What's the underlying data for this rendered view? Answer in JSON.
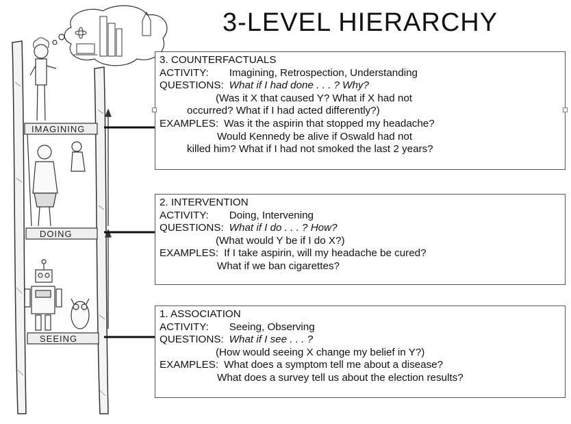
{
  "title": "3-LEVEL  HIERARCHY",
  "rungs": [
    "IMAGINING",
    "DOING",
    "SEEING"
  ],
  "levels": [
    {
      "heading": "3.  COUNTERFACTUALS",
      "activity_label": "ACTIVITY:",
      "activity": "Imagining, Retrospection, Understanding",
      "questions_label": "QUESTIONS:",
      "question": "What if I had done . . . ? Why?",
      "question_detail_1": "(Was it X that caused Y? What if X had not",
      "question_detail_2": "occurred? What if I had acted differently?)",
      "examples_label": "EXAMPLES:",
      "example_1": "Was it the aspirin that stopped my headache?",
      "example_2": "Would Kennedy be alive if Oswald had not",
      "example_3": "killed him? What if I had not smoked the last 2 years?"
    },
    {
      "heading": "2.  INTERVENTION",
      "activity_label": "ACTIVITY:",
      "activity": "Doing, Intervening",
      "questions_label": "QUESTIONS:",
      "question": "What if I do . . . ? How?",
      "question_detail_1": "(What would Y be if I do X?)",
      "examples_label": "EXAMPLES:",
      "example_1": "If I take aspirin, will my headache be cured?",
      "example_2": "What if we ban cigarettes?"
    },
    {
      "heading": "1.  ASSOCIATION",
      "activity_label": "ACTIVITY:",
      "activity": "Seeing, Observing",
      "questions_label": "QUESTIONS:",
      "question": "What if I see . . . ?",
      "question_detail_1": "(How would seeing X change my belief in Y?)",
      "examples_label": "EXAMPLES:",
      "example_1": "What does a symptom tell me about a disease?",
      "example_2": "What does a survey tell us about the election results?"
    }
  ]
}
